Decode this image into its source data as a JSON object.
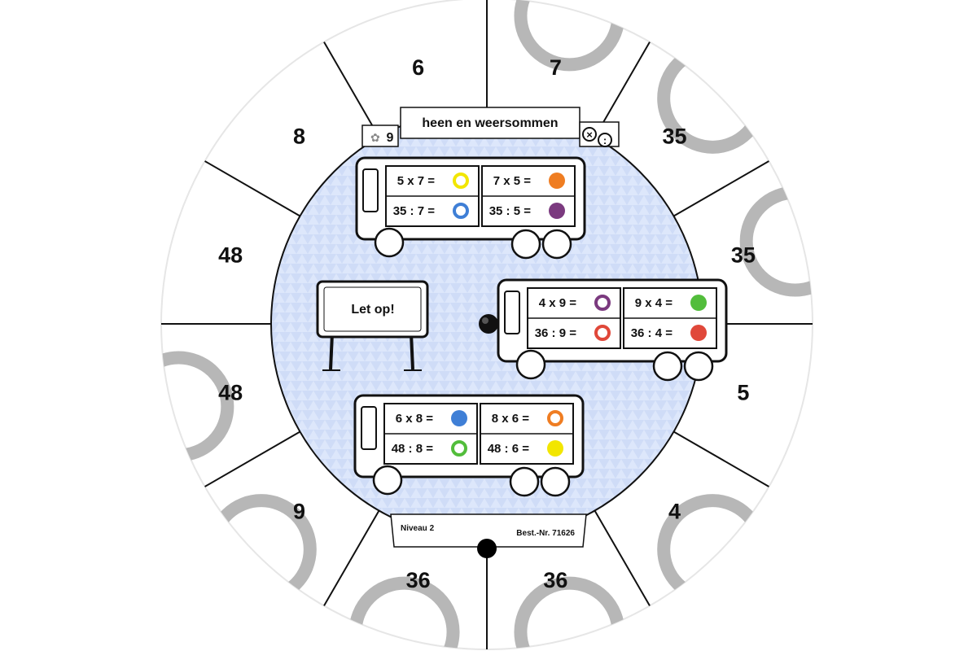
{
  "header": {
    "title": "heen en weersommen",
    "table_number": "9",
    "symbols": [
      "×",
      ":"
    ]
  },
  "footer": {
    "level": "Niveau 2",
    "order_number": "Best.-Nr. 71626"
  },
  "sign": {
    "label": "Let op!"
  },
  "rim_numbers": [
    "7",
    "35",
    "35",
    "5",
    "4",
    "36",
    "36",
    "9",
    "48",
    "48",
    "8",
    "6"
  ],
  "buses": [
    {
      "rows": [
        [
          {
            "text": "5 x 7 =",
            "dot": "ring",
            "color": "#f2e600"
          },
          {
            "text": "7 x 5 =",
            "dot": "fill",
            "color": "#ef7d22"
          }
        ],
        [
          {
            "text": "35 : 7 =",
            "dot": "ring",
            "color": "#3f7fd6"
          },
          {
            "text": "35 : 5 =",
            "dot": "fill",
            "color": "#7b3a7f"
          }
        ]
      ]
    },
    {
      "rows": [
        [
          {
            "text": "4 x 9 =",
            "dot": "ring",
            "color": "#7b3a7f"
          },
          {
            "text": "9 x 4 =",
            "dot": "fill",
            "color": "#52bd3b"
          }
        ],
        [
          {
            "text": "36 : 9 =",
            "dot": "ring",
            "color": "#e0483a"
          },
          {
            "text": "36 : 4 =",
            "dot": "fill",
            "color": "#e0483a"
          }
        ]
      ]
    },
    {
      "rows": [
        [
          {
            "text": "6 x 8 =",
            "dot": "fill",
            "color": "#3f7fd6"
          },
          {
            "text": "8 x 6 =",
            "dot": "ring",
            "color": "#ef7d22"
          }
        ],
        [
          {
            "text": "48 : 8 =",
            "dot": "ring",
            "color": "#52bd3b"
          },
          {
            "text": "48 : 6 =",
            "dot": "fill",
            "color": "#f2e600"
          }
        ]
      ]
    }
  ],
  "colors": {
    "inner_disc": "#cfdcf7",
    "rim_arc": "#b7b7b7",
    "line": "#111111"
  }
}
